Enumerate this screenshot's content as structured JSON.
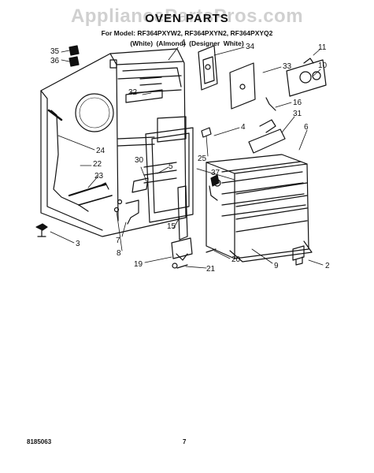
{
  "watermark": "AppliancePartsPros.com",
  "header": {
    "title": "OVEN PARTS",
    "models": "For Model: RF364PXYW2, RF364PXYN2, RF364PXYQ2",
    "colors": "(White)  (Almond)  (Designer White)"
  },
  "callouts": [
    "1",
    "2",
    "3",
    "4",
    "5",
    "6",
    "7",
    "8",
    "9",
    "10",
    "11",
    "15",
    "16",
    "19",
    "20",
    "21",
    "22",
    "23",
    "24",
    "25",
    "30",
    "31",
    "32",
    "33",
    "34",
    "35",
    "36",
    "37"
  ],
  "footer": {
    "doc_number": "8185063",
    "page_number": "7"
  }
}
